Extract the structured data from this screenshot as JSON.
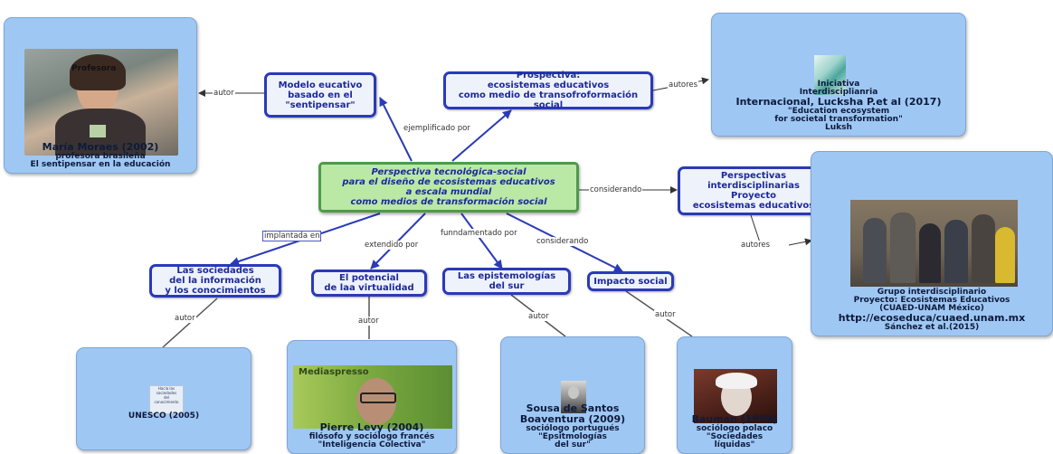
{
  "central": {
    "lines": [
      "Perspectiva tecnológica-social",
      "para el diseño de ecosistemas educativos",
      "a escala mundial",
      "como medios de transformación social"
    ]
  },
  "concepts": {
    "modelo": {
      "lines": [
        "Modelo eucativo",
        "basado en el",
        "\"sentipensar\""
      ]
    },
    "prospectiva": {
      "lines": [
        "Prospectiva:",
        "ecosistemas educativos",
        "como medio de transofroformación",
        "social"
      ]
    },
    "perspectivas": {
      "lines": [
        "Perspectivas",
        "interdisciplinarias",
        "",
        "Proyecto",
        "ecosistemas educativos"
      ]
    },
    "sociedades": {
      "lines": [
        "Las sociedades",
        "del la información",
        "y los conocimientos"
      ]
    },
    "potencial": {
      "lines": [
        "El potencial",
        "de laa virtualidad"
      ]
    },
    "epistemologias": {
      "lines": [
        "Las epistemologías",
        "del sur"
      ]
    },
    "impacto": {
      "lines": [
        "Impacto social"
      ]
    }
  },
  "edge_labels": {
    "autor_moraes": "autor",
    "autores_iniciativa": "autores",
    "ejemplificado": "ejemplificado por",
    "considerando_right": "considerando",
    "autores_grupo": "autores",
    "implantada": "implantada en",
    "extendido": "extendido por",
    "funndamentado": "funndamentado por",
    "considerando_impacto": "considerando",
    "autor_unesco": "autor",
    "autor_levy": "autor",
    "autor_sousa": "autor",
    "autor_bauman": "autor"
  },
  "cards": {
    "moraes": {
      "photo_label": "Profesora",
      "lines": [
        "María Moraes (2002)",
        "profesora brasileña",
        "El sentipensar en la educación"
      ]
    },
    "iniciativa": {
      "lines": [
        "Iniciativa",
        "Interdisciplianria",
        "Internacional, Lucksha P.et al (2017)",
        "\"Education ecosystem",
        "for societal transformation\"",
        "Luksh"
      ]
    },
    "grupo": {
      "lines": [
        "Grupo interdisciplinario",
        "Proyecto: Ecosistemas Educativos",
        "(CUAED-UNAM México)",
        "http://ecoseduca/cuaed.unam.mx",
        "Sánchez et al.(2015)"
      ]
    },
    "unesco": {
      "book_text": [
        "Hacia las",
        "sociedades",
        "del",
        "conocimiento"
      ],
      "lines": [
        "UNESCO (2005)"
      ]
    },
    "levy": {
      "photo_label": "Mediaspresso",
      "lines": [
        "Pierre Levy (2004)",
        "filósofo y sociólogo francés",
        "\"Inteligencia Colectiva\""
      ]
    },
    "sousa": {
      "lines": [
        "Sousa de Santos",
        "Boaventura (2009)",
        "sociólogo portugués",
        "\"Epsitmologías",
        "del sur\""
      ]
    },
    "bauman": {
      "lines": [
        "Bauman (1999)",
        "sociólogo polaco",
        "\"Sociedades",
        "líquidas\""
      ]
    }
  },
  "colors": {
    "concept_border": "#2a3ab8",
    "central_fill": "#b9e9a5",
    "card_fill": "#9fc7f3",
    "edge": "#3a3a3a",
    "edge_blue": "#2a3ab8"
  }
}
